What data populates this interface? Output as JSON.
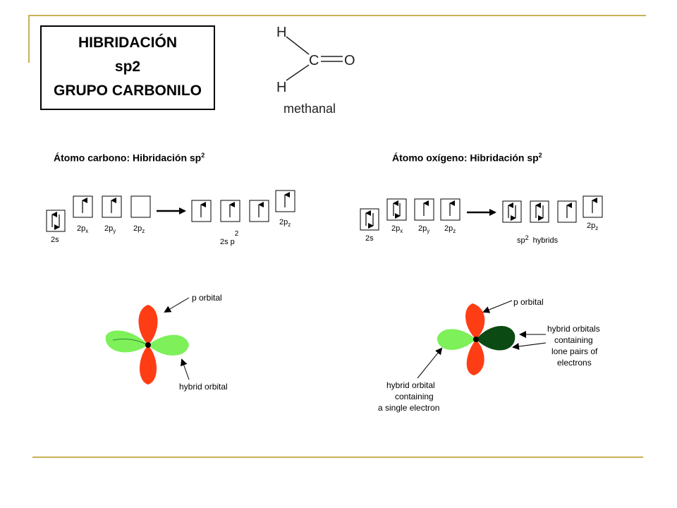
{
  "title": {
    "line1": "HIBRIDACIÓN",
    "line2": "sp2",
    "line3": "GRUPO CARBONILO"
  },
  "molecule": {
    "name": "methanal",
    "atom_h": "H",
    "atom_c": "C",
    "atom_o": "O"
  },
  "carbon": {
    "caption": "Átomo carbono: Hibridación sp",
    "caption_sup": "2",
    "ground": {
      "label_2s": "2s",
      "label_2p": "2p",
      "sub_x": "x",
      "sub_y": "y",
      "sub_z": "z"
    },
    "hybrid": {
      "label_2s": "2s p",
      "label_sup": "2",
      "label_2p": "2p",
      "sub_z": "z"
    },
    "orbital_labels": {
      "p": "p orbital",
      "hybrid": "hybrid orbital"
    }
  },
  "oxygen": {
    "caption": "Átomo oxígeno: Hibridación sp",
    "caption_sup": "2",
    "ground": {
      "label_2s": "2s",
      "label_2p": "2p",
      "sub_x": "x",
      "sub_y": "y",
      "sub_z": "z"
    },
    "hybrid": {
      "label_sp": "sp",
      "label_sup": "2",
      "label_hybrids": "hybrids",
      "label_2p": "2p",
      "sub_z": "z"
    },
    "orbital_labels": {
      "p": "p orbital",
      "lone": [
        "hybrid orbitals",
        "containing",
        "lone pairs of",
        "electrons"
      ],
      "single": [
        "hybrid orbital",
        "containing",
        "a single electron"
      ]
    }
  },
  "colors": {
    "p_lobe": "#ff3d14",
    "hybrid_lobe": "#7ef05a",
    "lone_pair_lobe": "#0b4a12",
    "rule": "#c8b057"
  }
}
